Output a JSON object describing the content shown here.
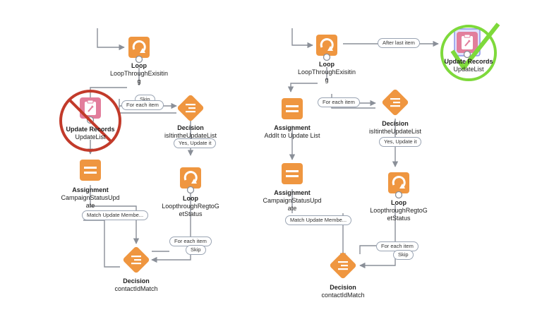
{
  "left": {
    "loop1": {
      "type": "Loop",
      "name_lines": [
        "LoopThroughExisitin",
        "g"
      ]
    },
    "update": {
      "type": "Update Records",
      "name": "UpdateList"
    },
    "decision1": {
      "type": "Decision",
      "name": "isItintheUpdateList"
    },
    "assignment": {
      "type": "Assignment",
      "name_lines": [
        "CampaignStatusUpd",
        "ate"
      ]
    },
    "loop2": {
      "type": "Loop",
      "name_lines": [
        "LoopthroughRegtoG",
        "etStatus"
      ]
    },
    "decision2": {
      "type": "Decision",
      "name": "contactIdMatch"
    },
    "pills": {
      "skip1": "Skip",
      "for_each1": "For each item",
      "yes": "Yes, Update it",
      "match": "Match Update Membe...",
      "for_each2": "For each item",
      "skip2": "Skip"
    }
  },
  "right": {
    "loop1": {
      "type": "Loop",
      "name_lines": [
        "LoopThroughExisitin",
        "g"
      ]
    },
    "update": {
      "type": "Update Records",
      "name": "UpdateList"
    },
    "assignment1": {
      "type": "Assignment",
      "name": "AddIt to Update List"
    },
    "decision1": {
      "type": "Decision",
      "name": "isItintheUpdateList"
    },
    "assignment2": {
      "type": "Assignment",
      "name_lines": [
        "CampaignStatusUpd",
        "ate"
      ]
    },
    "loop2": {
      "type": "Loop",
      "name_lines": [
        "LoopthroughRegtoG",
        "etStatus"
      ]
    },
    "decision2": {
      "type": "Decision",
      "name": "contactIdMatch"
    },
    "pills": {
      "after_last": "After last item",
      "for_each1": "For each item",
      "yes": "Yes, Update it",
      "match": "Match Update Membe...",
      "for_each2": "For each item",
      "skip2": "Skip"
    }
  },
  "colors": {
    "element": "#ef9640",
    "update": "#e27e9c",
    "connector": "#8a8f98",
    "no_mark": "#c23a2a",
    "yes_mark": "#7ed93b"
  }
}
